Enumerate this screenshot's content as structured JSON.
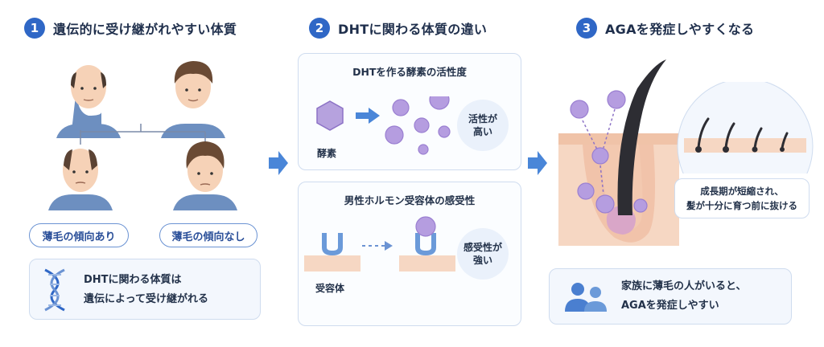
{
  "step1": {
    "number": "1",
    "title": "遺伝的に受け継がれやすい体質",
    "label_left": "薄毛の傾向あり",
    "label_right": "薄毛の傾向なし",
    "note_line1": "DHTに関わる体質は",
    "note_line2": "遺伝によって受け継がれる"
  },
  "step2": {
    "number": "2",
    "title": "DHTに関わる体質の違い",
    "panel1_title": "DHTを作る酵素の活性度",
    "panel1_label": "酵素",
    "panel1_bubble_line1": "活性が",
    "panel1_bubble_line2": "高い",
    "panel2_title": "男性ホルモン受容体の感受性",
    "panel2_label": "受容体",
    "panel2_bubble_line1": "感受性が",
    "panel2_bubble_line2": "強い"
  },
  "step3": {
    "number": "3",
    "title": "AGAを発症しやすくなる",
    "callout_line1": "成長期が短縮され、",
    "callout_line2": "髪が十分に育つ前に抜ける",
    "note_line1": "家族に薄毛の人がいると、",
    "note_line2": "AGAを発症しやすい"
  },
  "colors": {
    "accent": "#2f67c6",
    "arrow": "#4a86d8",
    "molecule": "#a58bd3",
    "skin": "#f6d7c3"
  }
}
